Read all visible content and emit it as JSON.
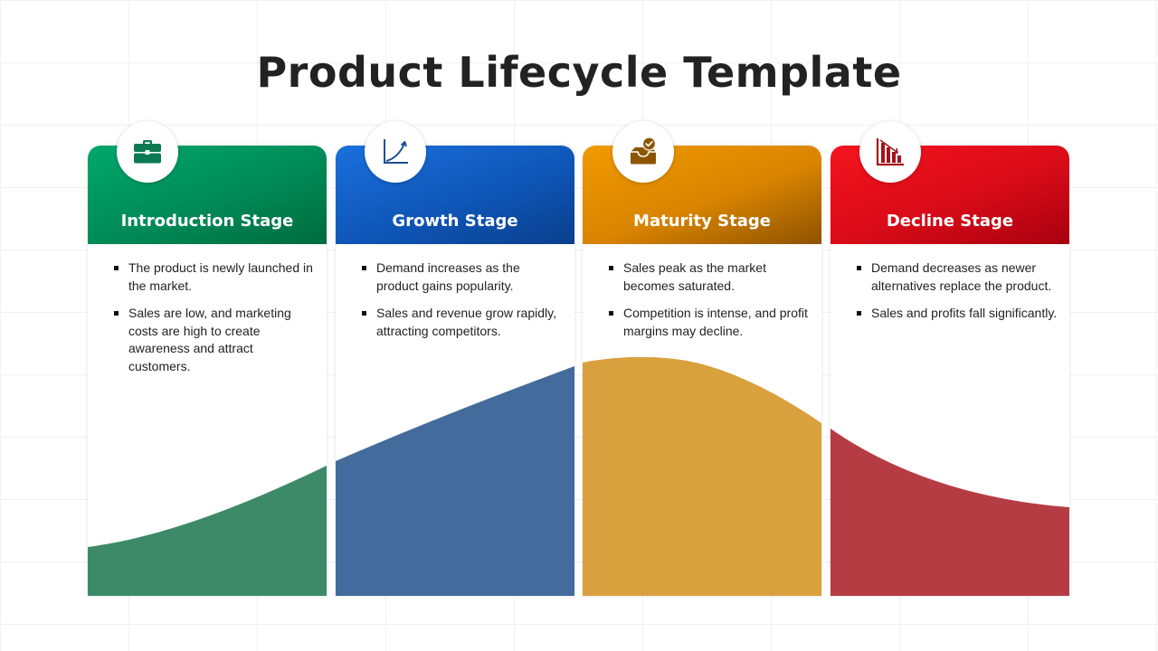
{
  "title": "Product Lifecycle Template",
  "stages": [
    {
      "name": "Introduction Stage",
      "icon": "briefcase-icon",
      "color": "#00a36c",
      "bullets": [
        "The product is newly launched in the market.",
        "Sales are low, and marketing costs are high to create awareness and attract customers."
      ]
    },
    {
      "name": "Growth Stage",
      "icon": "growth-chart-icon",
      "color": "#1a6fd9",
      "bullets": [
        "Demand increases as the product gains popularity.",
        "Sales and revenue grow rapidly, attracting competitors."
      ]
    },
    {
      "name": "Maturity Stage",
      "icon": "inbox-check-icon",
      "color": "#ec9800",
      "bullets": [
        "Sales peak as the market becomes saturated.",
        "Competition is intense, and profit margins may decline."
      ]
    },
    {
      "name": "Decline Stage",
      "icon": "declining-bar-chart-icon",
      "color": "#ee1c25",
      "bullets": [
        "Demand decreases as newer alternatives replace the product.",
        "Sales and profits fall significantly."
      ]
    }
  ],
  "colors": {
    "introduction_curve": "#3d8a68",
    "growth_curve": "#436b9c",
    "maturity_curve": "#d9a03e",
    "decline_curve": "#b63c43"
  }
}
